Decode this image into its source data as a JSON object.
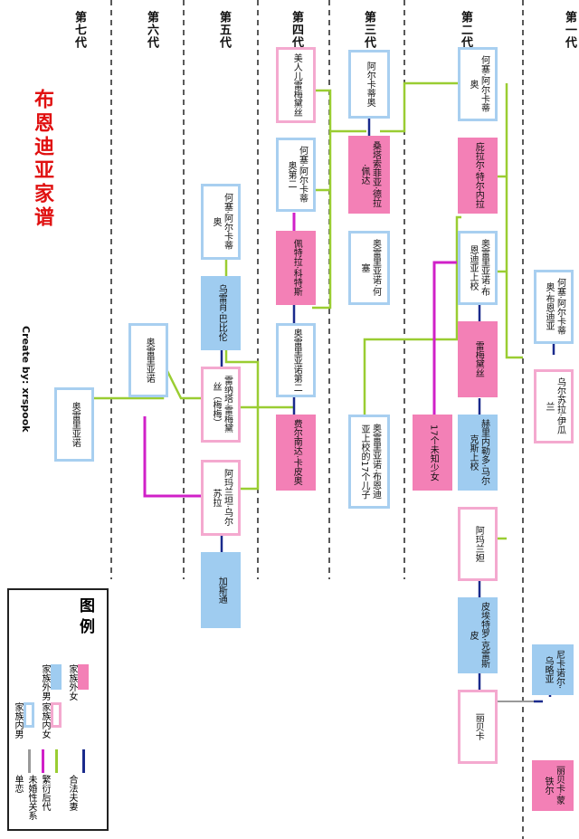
{
  "title": "布恩迪亚家谱",
  "credit": "Create by: xrspook",
  "generations": [
    "第一代",
    "第二代",
    "第三代",
    "第四代",
    "第五代",
    "第六代",
    "第七代"
  ],
  "nodes": {
    "n1": "何塞·阿尔卡蒂奥·布恩迪亚",
    "n2": "乌尔苏拉·伊瓜兰",
    "n3": "尼卡诺尔·乌略亚",
    "n4": "丽贝卡·蒙铁尔",
    "n5": "何塞·阿尔卡蒂奥",
    "n6": "庇拉尔·特尔内拉",
    "n7": "奥雷里亚诺·布恩迪亚上校",
    "n8": "雷梅黛丝",
    "n9": "17个未知少女",
    "n10": "赫里内勒多·马尔克斯上校",
    "n11": "阿玛兰妲",
    "n12": "皮埃特罗·克雷斯皮",
    "n13": "丽贝卡",
    "n14": "阿尔卡蒂奥",
    "n15": "桑塔索菲亚·德拉·佩达",
    "n16": "奥雷里亚诺·何塞",
    "n17": "奥雷里亚诺·布恩迪亚上校的17个儿子",
    "n18": "美人儿雷梅黛丝",
    "n19": "何塞·阿尔卡蒂奥第二",
    "n20": "佩特拉·科特斯",
    "n21": "奥雷里亚诺第二",
    "n22": "费尔南达·卡皮奥",
    "n23": "何塞·阿尔卡蒂奥",
    "n24": "乌雷肖·巴比伦",
    "n25": "雷纳塔·雷梅黛丝（梅梅）",
    "n26": "阿玛兰坦·乌尔苏拉",
    "n27": "加斯通",
    "n28": "奥雷里亚诺",
    "n29": "奥雷里亚诺"
  },
  "legend": {
    "title": "图例",
    "female_out": "家族外女",
    "male_out": "家族外男",
    "female_in": "家族内女",
    "male_in": "家族内男",
    "marriage": "合法夫妻",
    "offspring": "繁衍后代",
    "affair": "未婚性关系",
    "unrequited": "单恋"
  },
  "colors": {
    "male_out": "#9fccf0",
    "female_out": "#f380b6",
    "male_in_border": "#a8cff0",
    "female_in_border": "#f4a9cf",
    "marriage": "#1a2a8c",
    "offspring": "#9acd32",
    "affair": "#d020c8",
    "unrequited": "#999999",
    "title": "#e01010"
  }
}
